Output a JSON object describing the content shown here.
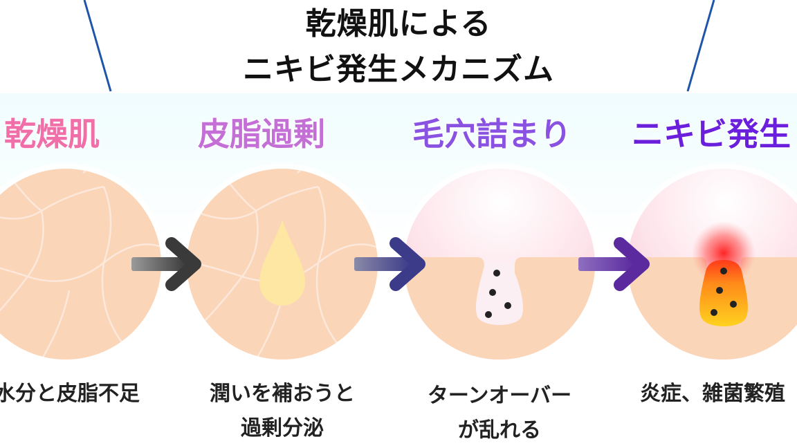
{
  "title": {
    "line1": "乾燥肌による",
    "line2": "ニキビ発生メカニズム"
  },
  "steps": [
    {
      "heading": "乾燥肌",
      "caption_line1": "水分と皮脂不足",
      "caption_line2": ""
    },
    {
      "heading": "皮脂過剰",
      "caption_line1": "潤いを補おうと",
      "caption_line2": "過剰分泌"
    },
    {
      "heading": "毛穴詰まり",
      "caption_line1": "ターンオーバー",
      "caption_line2": "が乱れる"
    },
    {
      "heading": "ニキビ発生",
      "caption_line1": "炎症、雑菌繁殖",
      "caption_line2": ""
    }
  ],
  "colors": {
    "step1": "#f06fa8",
    "step2": "#c46fd6",
    "step3": "#8a52e0",
    "step4": "#6a1fdc",
    "frame": "#1f55a8",
    "skin": "#fbd5b8",
    "crack": "#fde8dc",
    "sebum": "#fde7a3",
    "pore": "#fbeff4",
    "inflammation": "#ff2a2a"
  },
  "icons": [
    "right-arrow-icon"
  ]
}
